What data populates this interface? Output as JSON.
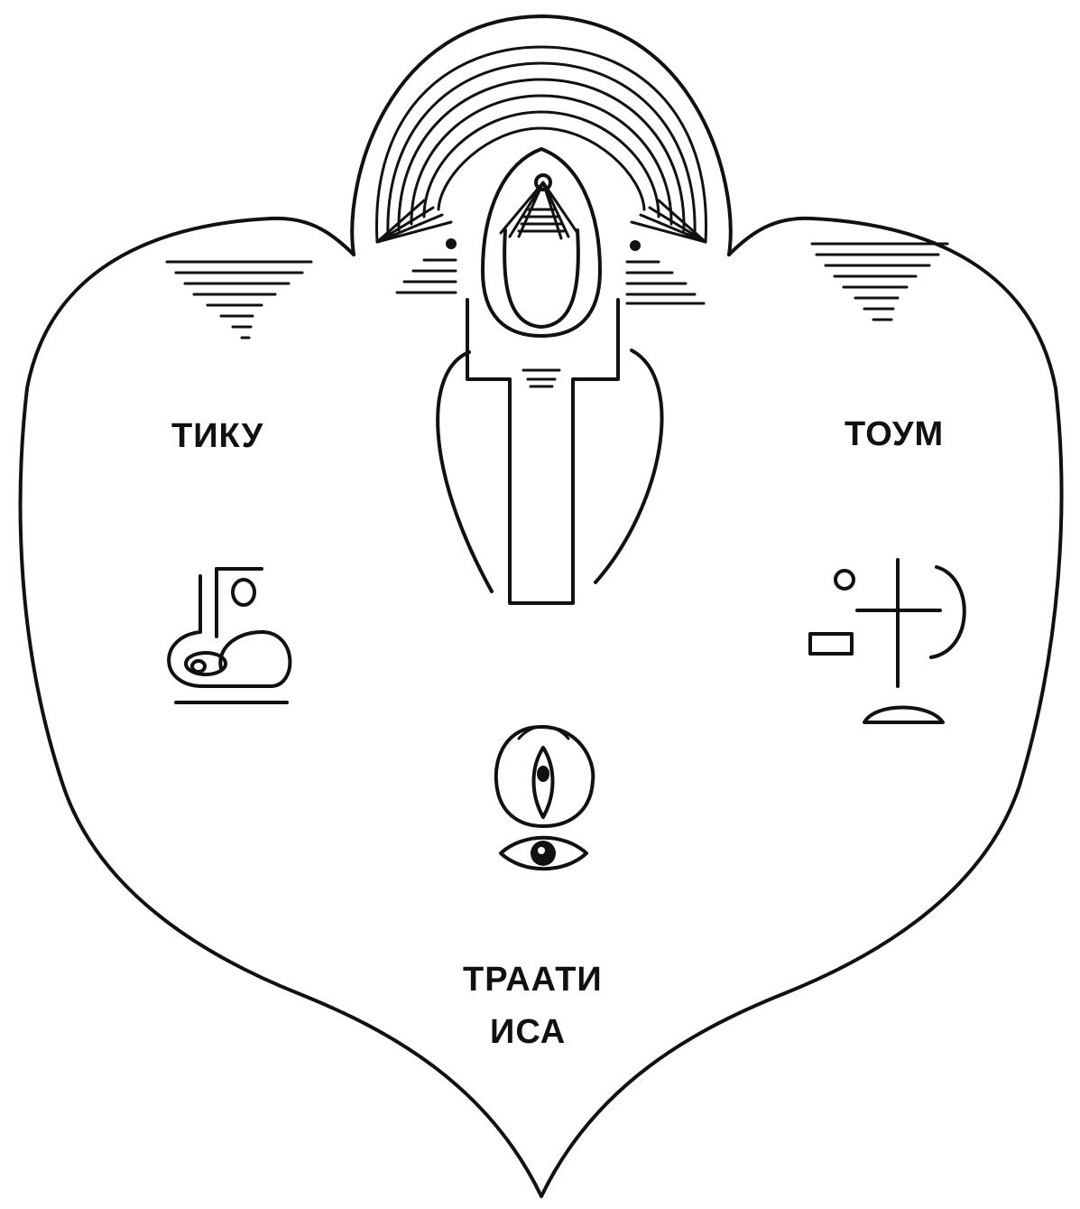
{
  "labels": {
    "left": "ТИКУ",
    "right": "ТОУМ",
    "bottom_line1": "ТРААТИ",
    "bottom_line2": "ИСА"
  },
  "colors": {
    "ink": "#111111",
    "paper": "#ffffff"
  },
  "icons": {
    "left_glyph": "tiku-glyph-icon",
    "right_glyph": "toum-glyph-icon",
    "center_top": "arch-rays-icon",
    "center_bottom_a": "seed-eye-icon",
    "center_bottom_b": "eye-icon"
  }
}
